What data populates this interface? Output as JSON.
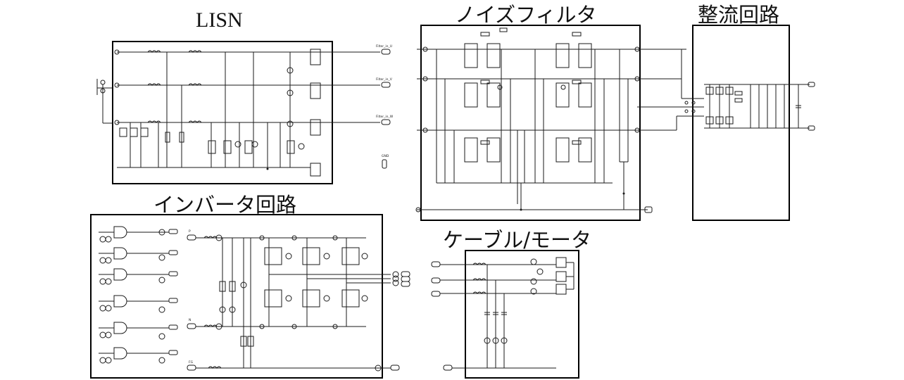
{
  "titles": {
    "lisn": "LISN",
    "noise_filter": "ノイズフィルタ",
    "rectifier": "整流回路",
    "inverter": "インバータ回路",
    "cable_motor": "ケーブル/モータ"
  },
  "ports": {
    "filter_in_u": "Filter_in_U",
    "filter_in_v": "Filter_in_V",
    "filter_in_w": "Filter_in_W",
    "gnd": "GND",
    "p": "P",
    "n": "N",
    "fg": "FG"
  },
  "colors": {
    "line": "#1a1a1a",
    "box": "#000000",
    "background": "#ffffff"
  }
}
